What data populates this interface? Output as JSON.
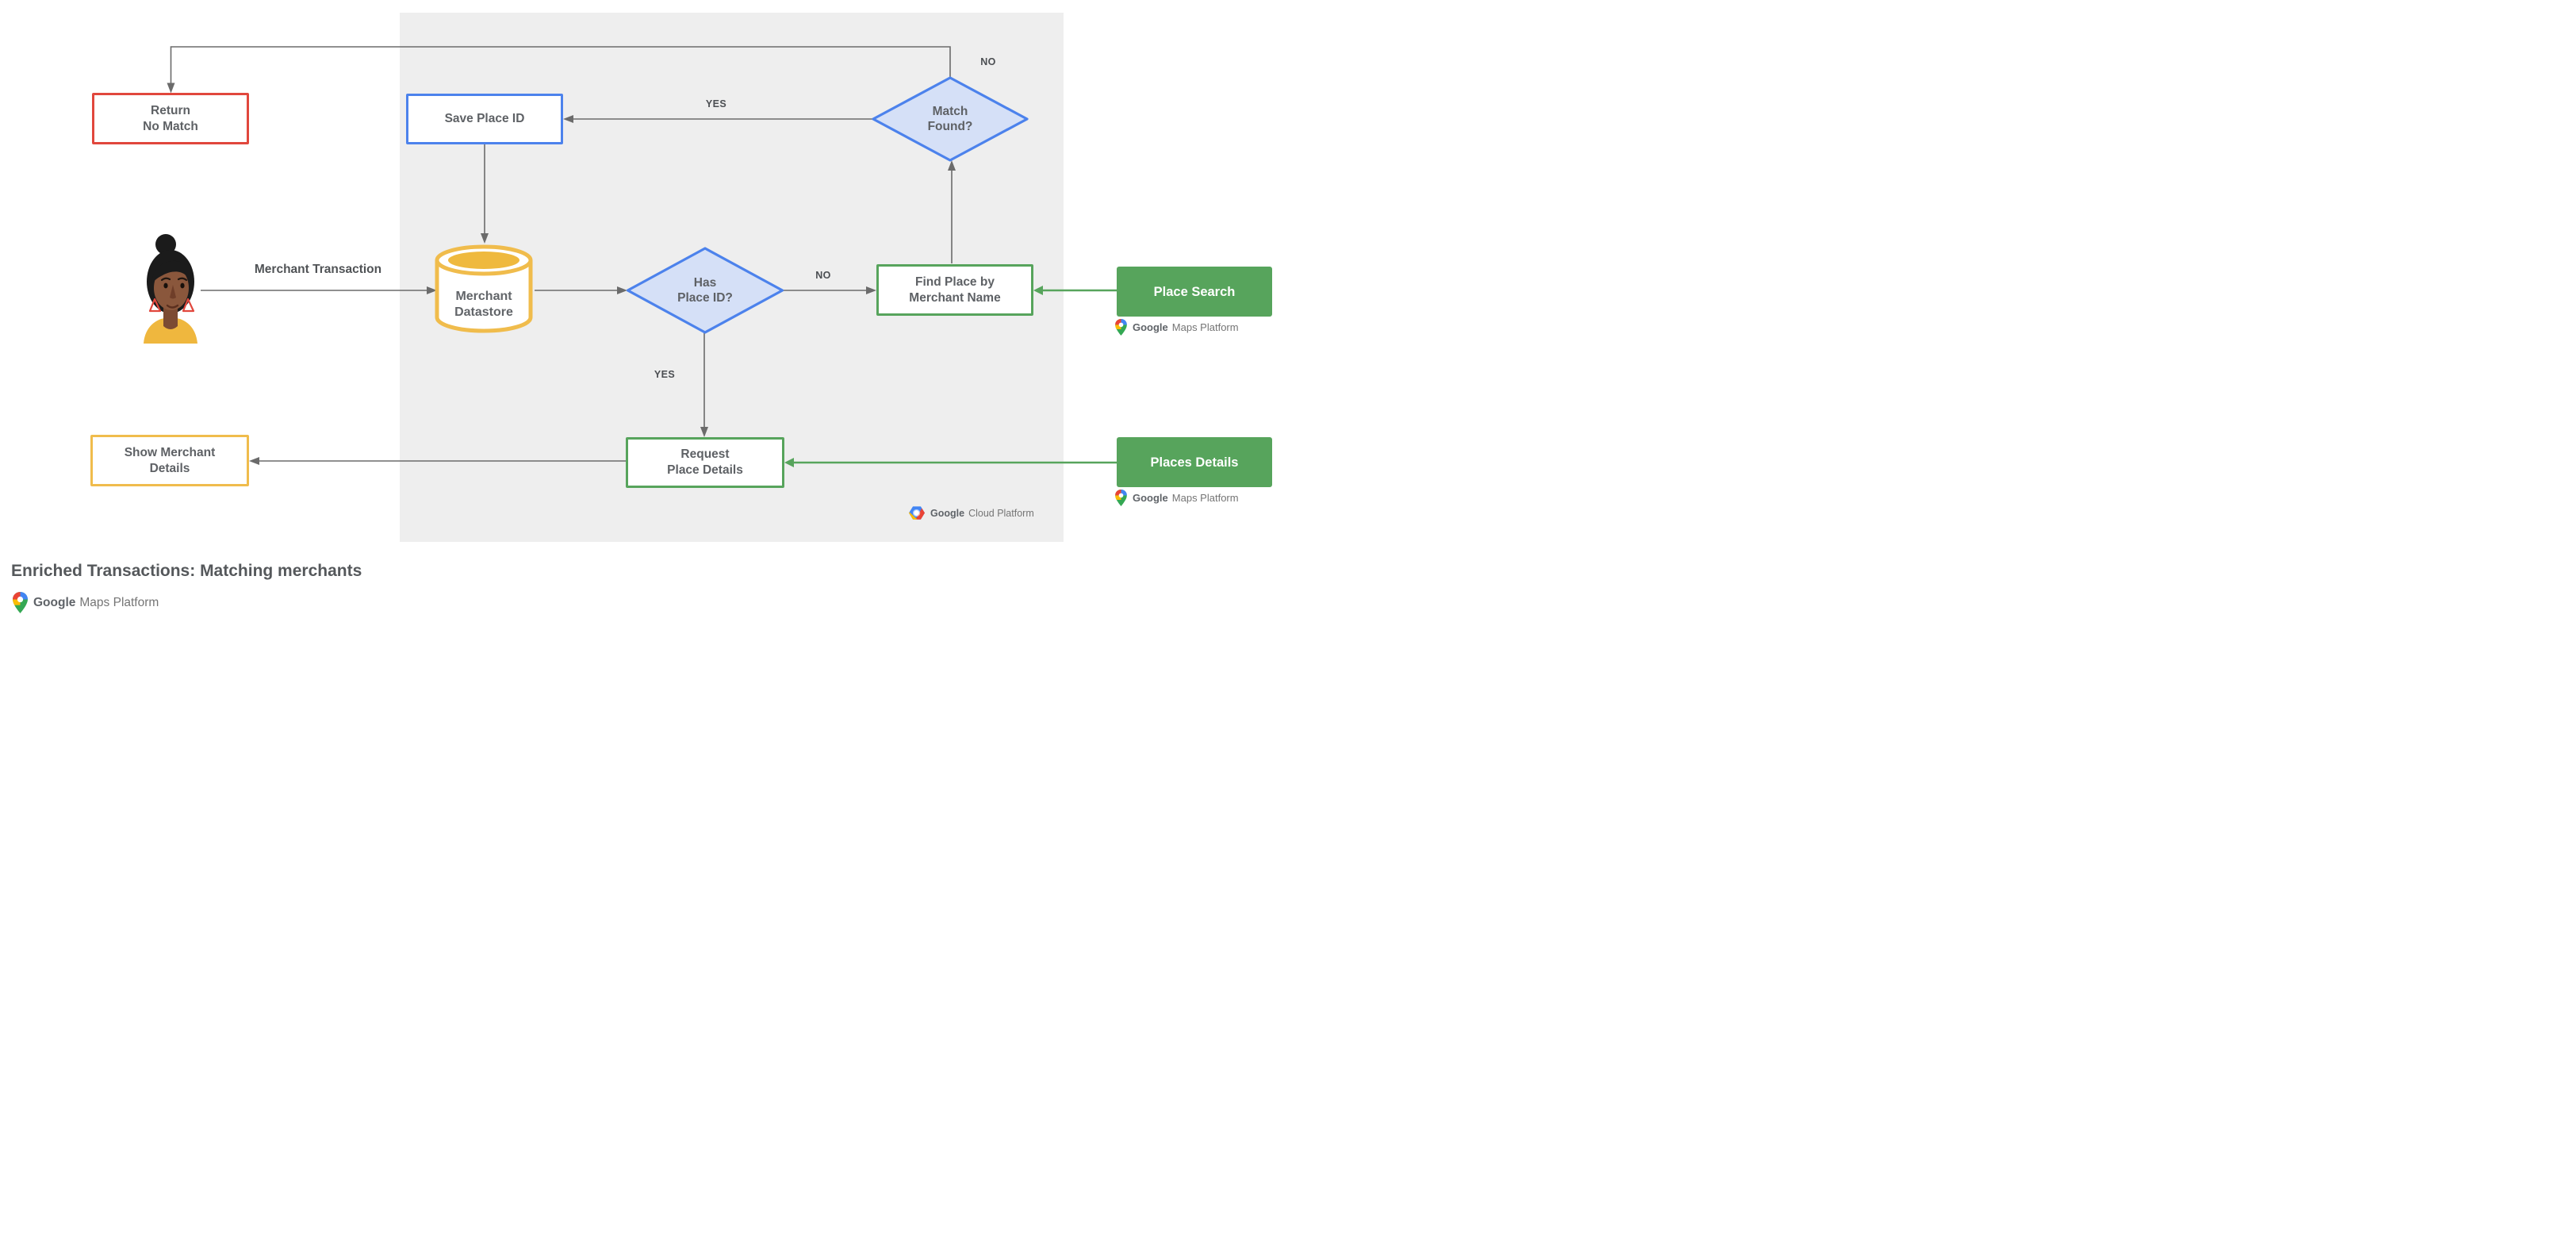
{
  "title": "Enriched Transactions: Matching merchants",
  "colors": {
    "panel_bg": "#EEEEEE",
    "connector_gray": "#6B6B6B",
    "red_border": "#E1473D",
    "blue_border": "#4C82EC",
    "blue_fill": "#D5E0F7",
    "green": "#57A45C",
    "yellow_border": "#F0BC4C",
    "yellow_fill": "#EFB93E",
    "node_text": "#5E6165",
    "google_red": "#EA4335",
    "google_blue": "#4285F4",
    "google_yellow": "#FBBC04",
    "google_green": "#34A853"
  },
  "nodes": {
    "return_no_match": {
      "lines": [
        "Return",
        "No Match"
      ]
    },
    "save_place_id": {
      "lines": [
        "Save Place ID"
      ]
    },
    "match_found": {
      "lines": [
        "Match",
        "Found?"
      ]
    },
    "merchant_datastore": {
      "lines": [
        "Merchant",
        "Datastore"
      ]
    },
    "has_place_id": {
      "lines": [
        "Has",
        "Place ID?"
      ]
    },
    "find_place": {
      "lines": [
        "Find Place by",
        "Merchant Name"
      ]
    },
    "place_search": {
      "lines": [
        "Place Search"
      ]
    },
    "request_place_details": {
      "lines": [
        "Request",
        "Place Details"
      ]
    },
    "places_details": {
      "lines": [
        "Places Details"
      ]
    },
    "show_merchant_details": {
      "lines": [
        "Show Merchant",
        "Details"
      ]
    }
  },
  "edge_labels": {
    "merchant_transaction": "Merchant Transaction",
    "match_found_no": "NO",
    "match_found_yes": "YES",
    "has_place_id_no": "NO",
    "has_place_id_yes": "YES"
  },
  "logos": {
    "maps_platform": {
      "brand": "Google",
      "product": "Maps Platform"
    },
    "cloud_platform": {
      "brand": "Google",
      "product": "Cloud Platform"
    }
  }
}
